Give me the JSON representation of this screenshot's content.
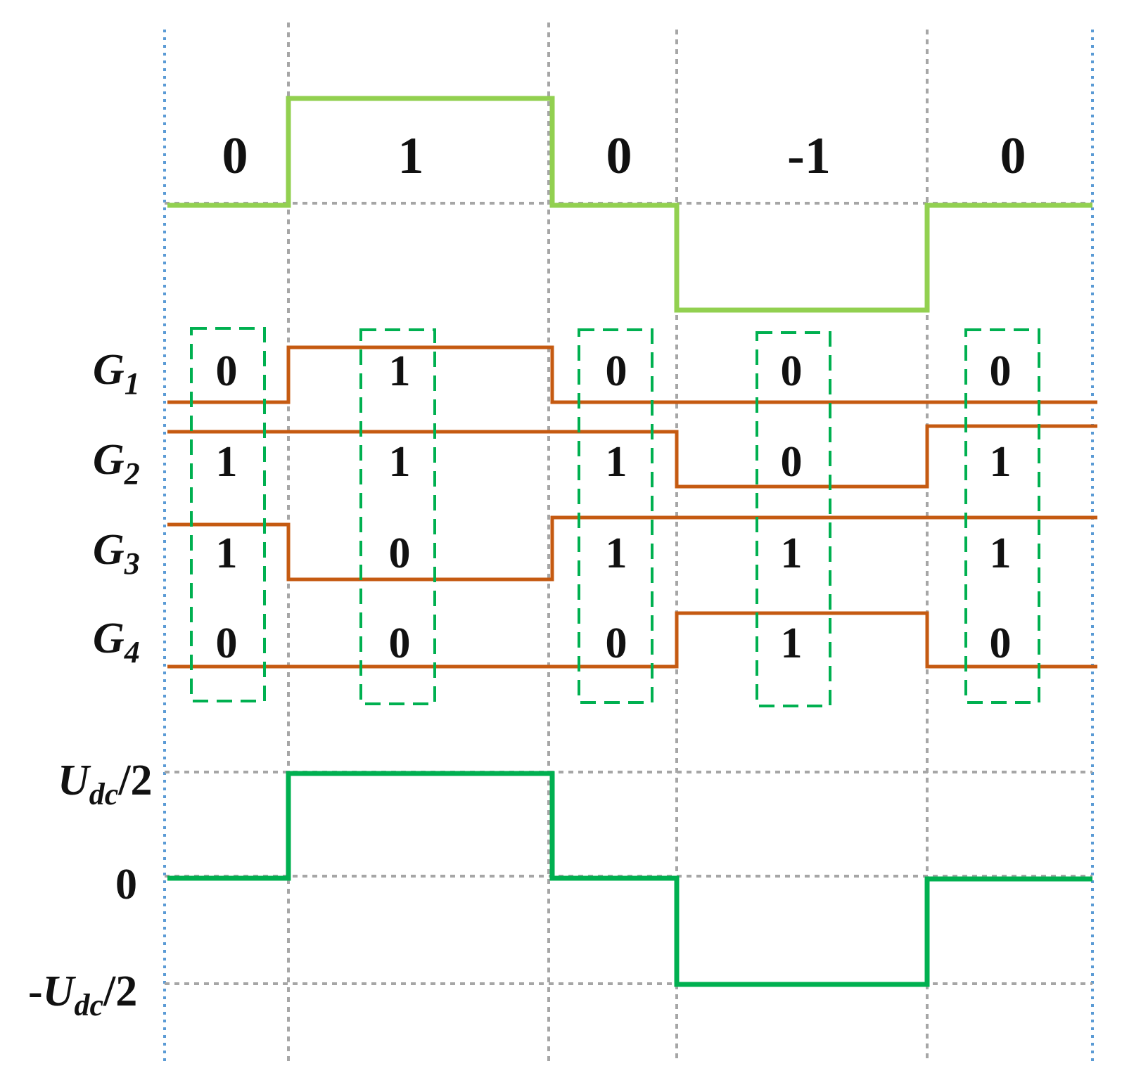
{
  "colors": {
    "boundary": "#5b9bd5",
    "divider": "#a6a6a6",
    "level_wave": "#92d050",
    "gate_wave": "#c55a11",
    "group_box": "#00b050",
    "output_wave": "#00b050",
    "text": "#111111"
  },
  "states": [
    "0",
    "1",
    "0",
    "-1",
    "0"
  ],
  "gates": [
    {
      "label": "G",
      "sub": "1",
      "bits": [
        "0",
        "1",
        "0",
        "0",
        "0"
      ]
    },
    {
      "label": "G",
      "sub": "2",
      "bits": [
        "1",
        "1",
        "1",
        "0",
        "1"
      ]
    },
    {
      "label": "G",
      "sub": "3",
      "bits": [
        "1",
        "0",
        "1",
        "1",
        "1"
      ]
    },
    {
      "label": "G",
      "sub": "4",
      "bits": [
        "0",
        "0",
        "0",
        "1",
        "0"
      ]
    }
  ],
  "voltage_labels": {
    "pos": {
      "pre": "",
      "main": "U",
      "sub": "dc",
      "post": "/2"
    },
    "zero": "0",
    "neg": {
      "pre": "-",
      "main": "U",
      "sub": "dc",
      "post": "/2"
    }
  }
}
